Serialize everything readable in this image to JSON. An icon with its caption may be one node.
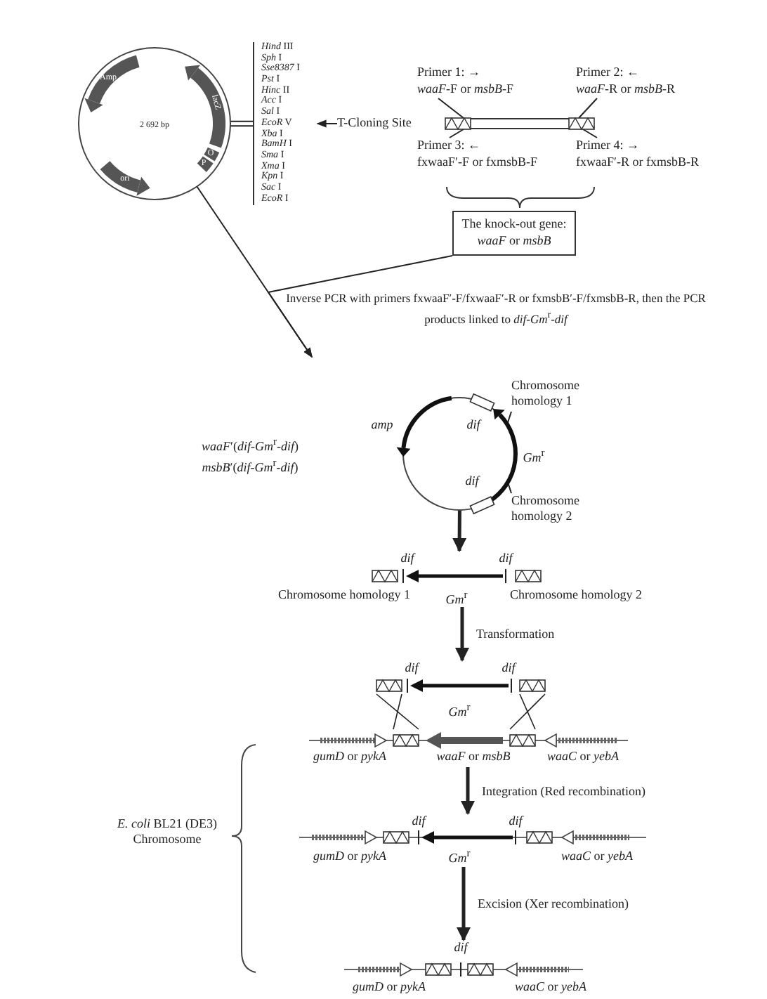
{
  "diagram": {
    "nodes": [
      {
        "text": [
          "2 692 bp",
          "Amp",
          "lacZ",
          "O",
          "P",
          "ori"
        ]
      },
      {
        "text": [
          "*Hind* III",
          "*Sph* I",
          "*Sse8387* I",
          "*Pst* I",
          "*Hinc* II",
          "*Acc* I",
          "*Sal* I",
          "*EcoR* V",
          "*Xba* I",
          "*BamH* I",
          "*Sma* I",
          "*Xma* I",
          "*Kpn* I",
          "*Sac* I",
          "*EcoR* I"
        ]
      },
      {
        "text": [
          "T-Cloning Site"
        ]
      },
      {
        "text": [],
        "shape": "bar"
      },
      {
        "text": [
          "Primer 1: →",
          "*waaF*-F or *msbB*-F"
        ]
      },
      {
        "text": [
          "Primer 2: ←",
          "*waaF*-R or *msbB*-R"
        ]
      },
      {
        "text": [
          "Primer 3: ←",
          "fxwaaF′-F or fxmsbB-F"
        ]
      },
      {
        "text": [
          "Primer 4: →",
          "fxwaaF′-R or fxmsbB-R"
        ]
      },
      {
        "text": [
          "The knock-out gene:",
          "*waaF* or *msbB*"
        ]
      },
      {
        "text": [
          "*amp*",
          "*dif*",
          "*Gm*$^{r}$",
          "*dif*"
        ],
        "beside": [
          "*waaF*′(*dif*-*Gm*$^{r}$-*dif*)",
          "*msbB*′(*dif*-*Gm*$^{r}$-*dif*)"
        ]
      },
      {
        "text": [
          "Chromosome homology 1"
        ]
      },
      {
        "text": [
          "Chromosome homology 2"
        ]
      },
      {
        "text": [
          "*dif*",
          "*dif*",
          "Chromosome homology 1",
          "*Gm*$^{r}$",
          "Chromosome homology 2"
        ]
      },
      {
        "text": [
          "*dif*",
          "*dif*"
        ]
      },
      {
        "text": [
          "*gumD* or *pykA*",
          "*waaF* or *msbB*",
          "*waaC* or *yebA*"
        ]
      },
      {
        "text": [
          "*dif*",
          "*dif*",
          "*gumD* or *pykA*",
          "*Gm*$^{r}$",
          "*waaC* or *yebA*"
        ]
      },
      {
        "text": [
          "*dif*",
          "*gumD* or *pykA*",
          "*waaC* or *yebA*"
        ]
      },
      {
        "text": [
          "*E. coli* BL21 (DE3) Chromosome"
        ]
      }
    ],
    "edges": [
      {
        "from": 2,
        "to": 1,
        "arrow": "to"
      },
      {
        "from": 0,
        "to": 1,
        "arrow": "none"
      },
      {
        "from": 4,
        "to": 3,
        "arrow": "none"
      },
      {
        "from": 5,
        "to": 3,
        "arrow": "none"
      },
      {
        "from": 6,
        "to": 3,
        "arrow": "none"
      },
      {
        "from": 7,
        "to": 3,
        "arrow": "none"
      },
      {
        "from": 0,
        "to": null,
        "arrow": "to"
      },
      {
        "from": 8,
        "to": null,
        "arrow": "to"
      },
      {
        "from": 10,
        "to": 9,
        "arrow": "none"
      },
      {
        "from": 11,
        "to": 9,
        "arrow": "none"
      },
      {
        "from": 9,
        "to": 12,
        "arrow": "to",
        "style": "thick"
      },
      {
        "from": 12,
        "to": 13,
        "arrow": "to",
        "style": "thick",
        "label": "Transformation"
      },
      {
        "from": 14,
        "to": 15,
        "arrow": "to",
        "style": "thick",
        "label": "Integration (Red recombination)"
      },
      {
        "from": 15,
        "to": 16,
        "arrow": "to",
        "style": "thick",
        "label": "Excision (Xer recombination)"
      },
      {
        "from": 13,
        "to": 14,
        "arrow": "none"
      },
      {
        "from": 13,
        "to": 14,
        "arrow": "none"
      },
      {
        "from": 13,
        "to": 14,
        "arrow": "none"
      },
      {
        "from": 13,
        "to": 14,
        "arrow": "none"
      }
    ],
    "labels": [
      "Inverse PCR with primers fxwaaF′-F/fxwaaF′-R or fxmsbB′-F/fxmsbB-R, then the PCR products linked to *dif*-*Gm*$^{r}$-*dif*",
      "*Gm*$^{r}$"
    ]
  }
}
